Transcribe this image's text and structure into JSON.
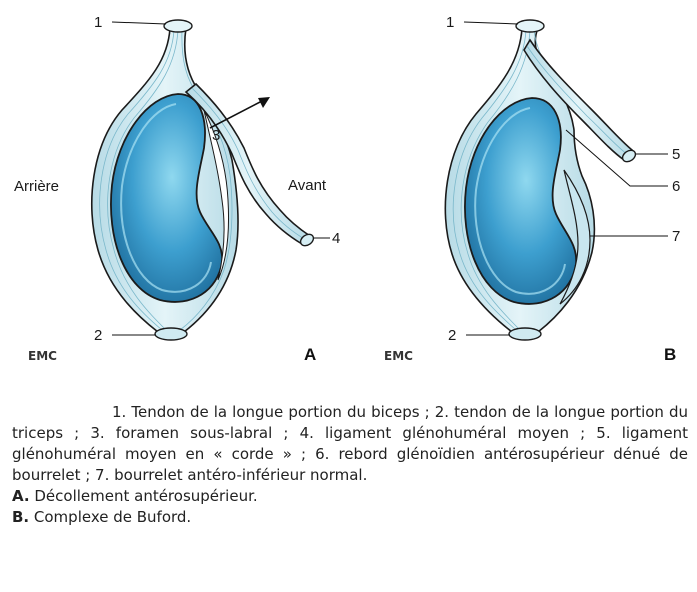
{
  "figure": {
    "panel_a": {
      "letter": "A",
      "labels": {
        "n1": "1",
        "n2": "2",
        "n3": "3",
        "n4": "4",
        "back": "Arrière",
        "front": "Avant"
      },
      "logo": "EMC"
    },
    "panel_b": {
      "letter": "B",
      "labels": {
        "n1": "1",
        "n2": "2",
        "n5": "5",
        "n6": "6",
        "n7": "7"
      },
      "logo": "EMC"
    },
    "colors": {
      "glenoid_dark": "#2a86b8",
      "glenoid_light": "#7fd0ea",
      "labrum": "#c9e6ef",
      "outline": "#1b1b1b"
    }
  },
  "caption": {
    "legend": "1. Tendon de la longue portion du biceps ; 2. tendon de la longue portion du triceps ; 3. foramen sous-labral ; 4. ligament glénohuméral moyen ; 5. ligament glénohuméral moyen en « corde » ; 6. rebord glénoïdien antérosupérieur dénué de bourrelet ; 7. bourrelet antéro-inférieur normal.",
    "a_letter": "A.",
    "a_text": " Décollement antérosupérieur.",
    "b_letter": "B.",
    "b_text": " Complexe de Buford."
  }
}
